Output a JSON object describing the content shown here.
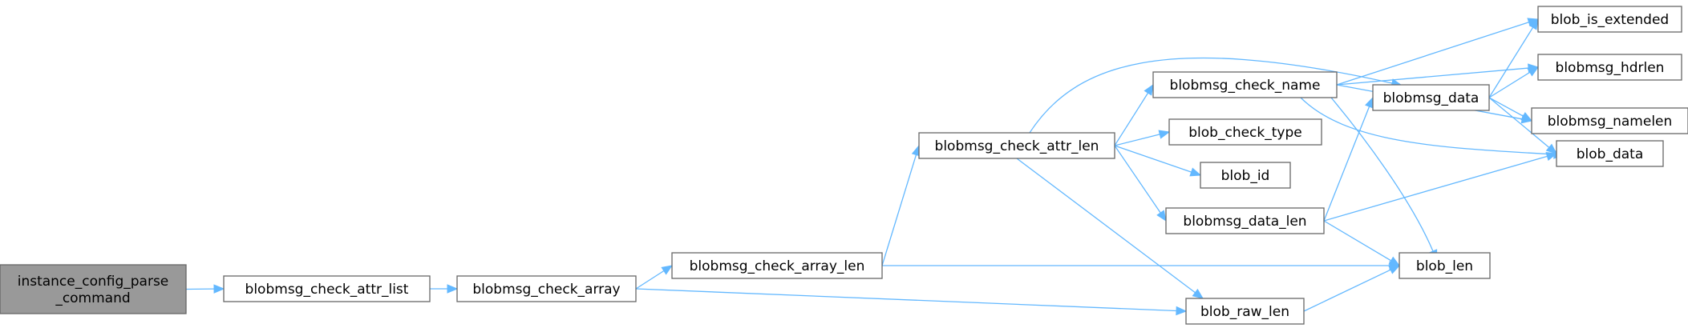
{
  "diagram": {
    "type": "call-graph",
    "colors": {
      "edge": "#63b8ff",
      "node_border": "#666666",
      "root_fill": "#999999",
      "node_fill": "#ffffff"
    },
    "nodes": {
      "instance_config_parse_command": {
        "lines": [
          "instance_config_parse",
          "_command"
        ],
        "root": true
      },
      "blobmsg_check_attr_list": {
        "lines": [
          "blobmsg_check_attr_list"
        ]
      },
      "blobmsg_check_array": {
        "lines": [
          "blobmsg_check_array"
        ]
      },
      "blobmsg_check_array_len": {
        "lines": [
          "blobmsg_check_array_len"
        ]
      },
      "blobmsg_check_attr_len": {
        "lines": [
          "blobmsg_check_attr_len"
        ]
      },
      "blobmsg_check_name": {
        "lines": [
          "blobmsg_check_name"
        ]
      },
      "blob_check_type": {
        "lines": [
          "blob_check_type"
        ]
      },
      "blob_id": {
        "lines": [
          "blob_id"
        ]
      },
      "blobmsg_data_len": {
        "lines": [
          "blobmsg_data_len"
        ]
      },
      "blob_raw_len": {
        "lines": [
          "blob_raw_len"
        ]
      },
      "blobmsg_data": {
        "lines": [
          "blobmsg_data"
        ]
      },
      "blob_is_extended": {
        "lines": [
          "blob_is_extended"
        ]
      },
      "blobmsg_hdrlen": {
        "lines": [
          "blobmsg_hdrlen"
        ]
      },
      "blobmsg_namelen": {
        "lines": [
          "blobmsg_namelen"
        ]
      },
      "blob_data": {
        "lines": [
          "blob_data"
        ]
      },
      "blob_len": {
        "lines": [
          "blob_len"
        ]
      }
    },
    "edges": [
      [
        "instance_config_parse_command",
        "blobmsg_check_attr_list"
      ],
      [
        "blobmsg_check_attr_list",
        "blobmsg_check_array"
      ],
      [
        "blobmsg_check_array",
        "blobmsg_check_array_len"
      ],
      [
        "blobmsg_check_array",
        "blob_raw_len"
      ],
      [
        "blobmsg_check_array_len",
        "blobmsg_check_attr_len"
      ],
      [
        "blobmsg_check_array_len",
        "blob_len"
      ],
      [
        "blobmsg_check_attr_len",
        "blobmsg_check_name"
      ],
      [
        "blobmsg_check_attr_len",
        "blobmsg_data"
      ],
      [
        "blobmsg_check_attr_len",
        "blob_check_type"
      ],
      [
        "blobmsg_check_attr_len",
        "blob_id"
      ],
      [
        "blobmsg_check_attr_len",
        "blobmsg_data_len"
      ],
      [
        "blobmsg_check_attr_len",
        "blob_raw_len"
      ],
      [
        "blobmsg_check_name",
        "blob_is_extended"
      ],
      [
        "blobmsg_check_name",
        "blobmsg_hdrlen"
      ],
      [
        "blobmsg_check_name",
        "blobmsg_namelen"
      ],
      [
        "blobmsg_check_name",
        "blob_data"
      ],
      [
        "blobmsg_check_name",
        "blob_len"
      ],
      [
        "blobmsg_data",
        "blob_is_extended"
      ],
      [
        "blobmsg_data",
        "blobmsg_hdrlen"
      ],
      [
        "blobmsg_data",
        "blobmsg_namelen"
      ],
      [
        "blobmsg_data",
        "blob_data"
      ],
      [
        "blobmsg_data_len",
        "blobmsg_data"
      ],
      [
        "blobmsg_data_len",
        "blob_data"
      ],
      [
        "blobmsg_data_len",
        "blob_len"
      ],
      [
        "blob_raw_len",
        "blob_len"
      ]
    ]
  }
}
